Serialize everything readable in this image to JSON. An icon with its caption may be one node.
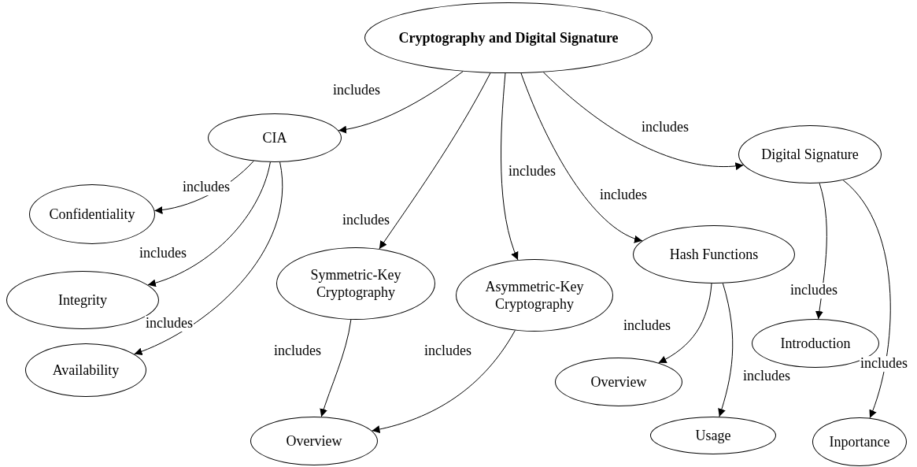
{
  "diagram": {
    "nodes": [
      {
        "text": [
          "Cryptography and Digital Signature"
        ]
      },
      {
        "text": [
          "CIA"
        ]
      },
      {
        "text": [
          "Confidentiality"
        ]
      },
      {
        "text": [
          "Integrity"
        ]
      },
      {
        "text": [
          "Availability"
        ]
      },
      {
        "text": [
          "Symmetric-Key Cryptography"
        ]
      },
      {
        "text": [
          "Overview"
        ]
      },
      {
        "text": [
          "Asymmetric-Key Cryptography"
        ]
      },
      {
        "text": [
          "Digital Signature"
        ]
      },
      {
        "text": [
          "Hash Functions"
        ]
      },
      {
        "text": [
          "Overview"
        ]
      },
      {
        "text": [
          "Usage"
        ]
      },
      {
        "text": [
          "Introduction"
        ]
      },
      {
        "text": [
          "Inportance"
        ]
      }
    ],
    "edges": [
      {
        "from": 0,
        "to": 1,
        "arrow": "to",
        "label": "includes"
      },
      {
        "from": 0,
        "to": 5,
        "arrow": "to",
        "label": "includes"
      },
      {
        "from": 0,
        "to": 7,
        "arrow": "to",
        "label": "includes"
      },
      {
        "from": 0,
        "to": 9,
        "arrow": "to",
        "label": "includes"
      },
      {
        "from": 0,
        "to": 8,
        "arrow": "to",
        "label": "includes"
      },
      {
        "from": 1,
        "to": 2,
        "arrow": "to",
        "label": "includes"
      },
      {
        "from": 1,
        "to": 3,
        "arrow": "to",
        "label": "includes"
      },
      {
        "from": 1,
        "to": 4,
        "arrow": "to",
        "label": "includes"
      },
      {
        "from": 5,
        "to": 6,
        "arrow": "to",
        "label": "includes"
      },
      {
        "from": 7,
        "to": 6,
        "arrow": "to",
        "label": "includes"
      },
      {
        "from": 9,
        "to": 10,
        "arrow": "to",
        "label": "includes"
      },
      {
        "from": 9,
        "to": 11,
        "arrow": "to",
        "label": "includes"
      },
      {
        "from": 8,
        "to": 12,
        "arrow": "to",
        "label": "includes"
      },
      {
        "from": 8,
        "to": 13,
        "arrow": "to",
        "label": "includes"
      }
    ]
  }
}
